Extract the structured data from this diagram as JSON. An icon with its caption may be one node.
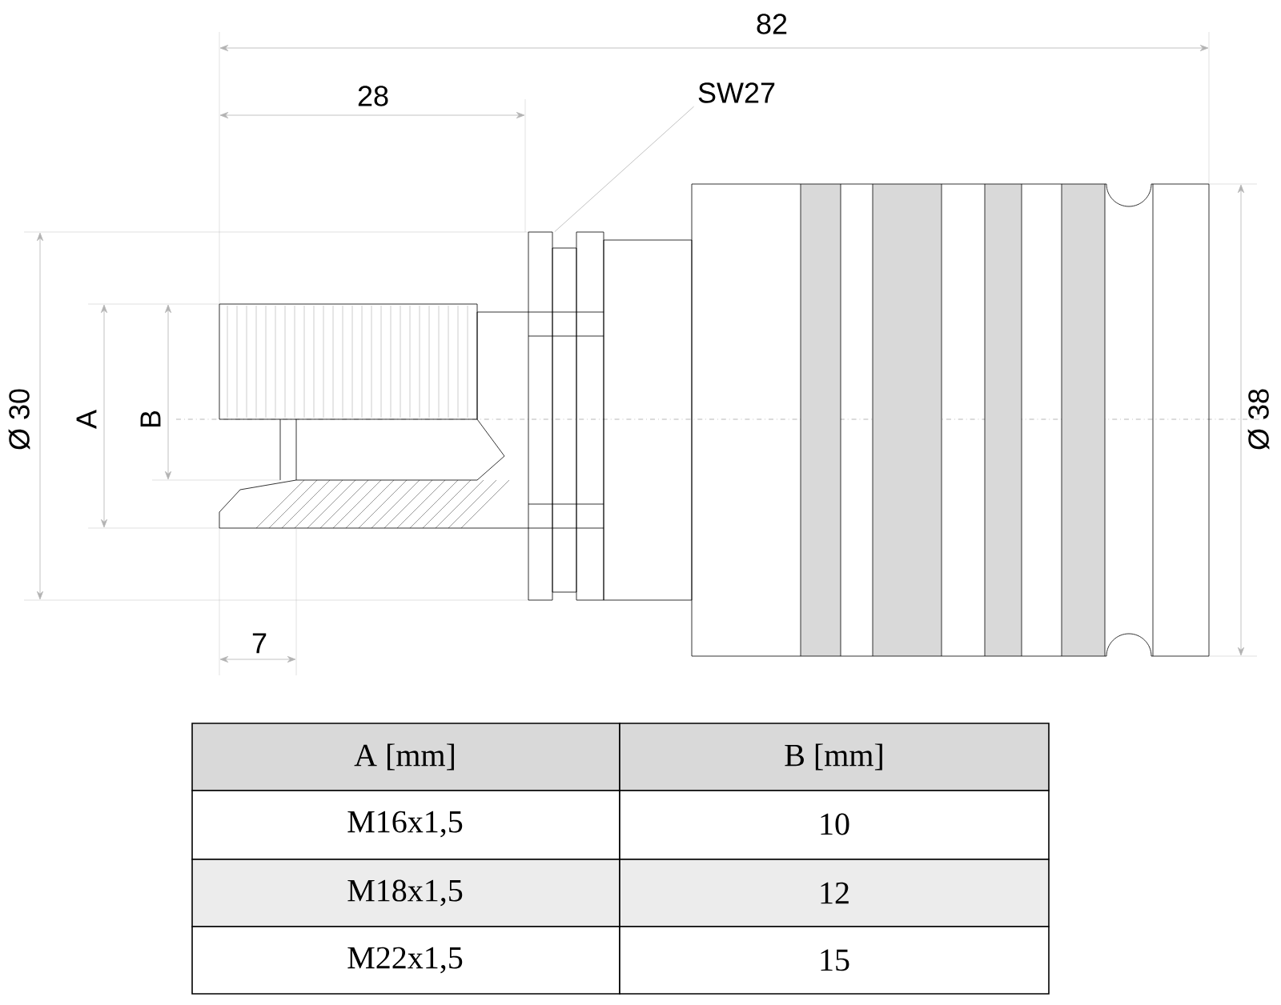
{
  "diagram": {
    "nodes": [
      {
        "text": [
          "SW27"
        ]
      },
      {
        "text": [],
        "shape": "box"
      }
    ],
    "edges": [
      {
        "from": 0,
        "to": 1,
        "arrow": "none"
      }
    ],
    "labels": [
      "82",
      "28",
      "Ø 30",
      "A",
      "B",
      "7",
      "Ø 38",
      "A [mm]",
      "B [mm]",
      "M16x1,5",
      "10",
      "M18x1,5",
      "12",
      "M22x1,5",
      "15"
    ]
  }
}
